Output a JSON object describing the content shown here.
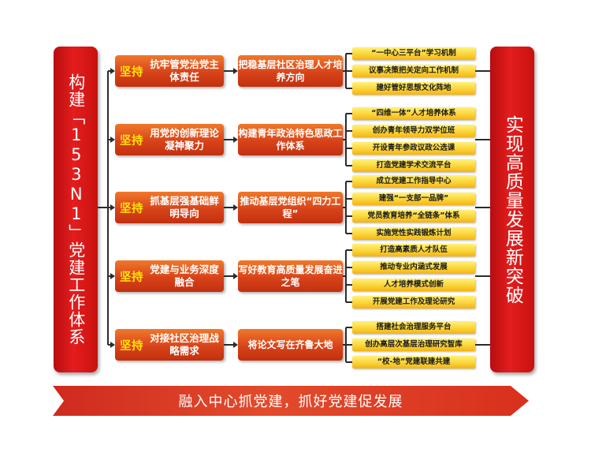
{
  "left_title": "构建「153N1」党建工作体系",
  "right_title": "实现高质量发展新突破",
  "keyword": "坚持",
  "rows": [
    {
      "pillar": "抗牢管党治党主体责任",
      "mid": "把稳基层社区治理人才培养方向",
      "details": [
        "“一中心三平台”学习机制",
        "议事决策把关定向工作机制",
        "建好管好思想文化阵地"
      ]
    },
    {
      "pillar": "用党的创新理论凝神聚力",
      "mid": "构建青年政治特色思政工作体系",
      "details": [
        "“四维一体”人才培养体系",
        "创办青年领导力双学位班",
        "开设青年参政议政公选课",
        "打造党建学术交流平台"
      ]
    },
    {
      "pillar": "抓基层强基础鲜明导向",
      "mid": "推动基层党组织“四力工程”",
      "details": [
        "成立党建工作指导中心",
        "建强“一支部一品牌”",
        "党员教育培养“全链条”体系",
        "实施党性实践锻炼计划"
      ]
    },
    {
      "pillar": "党建与业务深度融合",
      "mid": "写好教育高质量发展奋进之笔",
      "details": [
        "打造高素质人才队伍",
        "推动专业内涵式发展",
        "人才培养模式创新",
        "开展党建工作及理论研究"
      ]
    },
    {
      "pillar": "对接社区治理战略需求",
      "mid": "将论文写在齐鲁大地",
      "details": [
        "搭建社会治理服务平台",
        "创办高层次基层治理研究智库",
        "“校-地”党建联建共建"
      ]
    }
  ],
  "bottom_banner": "融入中心抓党建，抓好党建促发展"
}
